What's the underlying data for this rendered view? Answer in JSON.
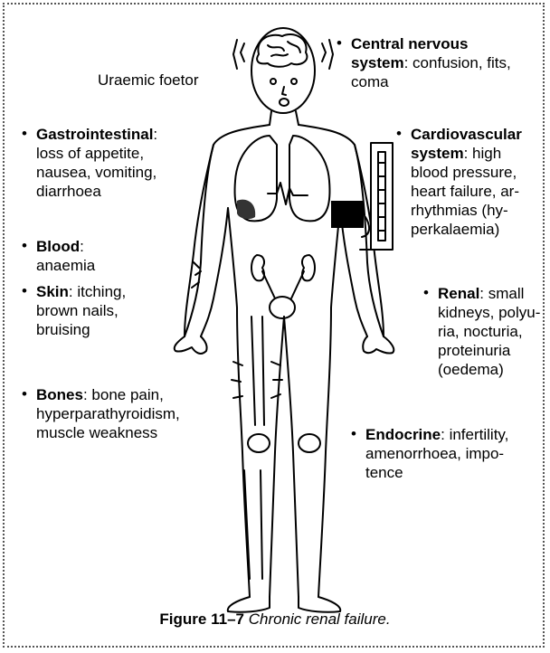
{
  "labels": {
    "uraemic": "Uraemic foetor",
    "cns": {
      "head": "Central nervous system",
      "sep": ":",
      "l1": "Central nervous",
      "l2a": "system",
      "l2b": ": confusion, fits,",
      "l3": "coma"
    },
    "gi": {
      "head": "Gastrointestinal",
      "l1b": ":",
      "l2": "loss of appetite,",
      "l3": "nausea, vomiting,",
      "l4": "diarrhoea"
    },
    "cardio": {
      "l1": "Cardiovascular",
      "l2a": "system",
      "l2b": ":  high",
      "l3": "blood pressure,",
      "l4": "heart failure, ar-",
      "l5": "rhythmias (hy-",
      "l6": "perkalaemia)"
    },
    "blood": {
      "head": "Blood",
      "sep": ":",
      "l2": "anaemia"
    },
    "skin": {
      "head": "Skin",
      "l1b": ": itching,",
      "l2": "brown nails,",
      "l3": "bruising"
    },
    "renal": {
      "head": "Renal",
      "l1b": ": small",
      "l2": "kidneys, polyu-",
      "l3": "ria, nocturia,",
      "l4": "proteinuria",
      "l5": "(oedema)"
    },
    "bones": {
      "head": "Bones",
      "l1b": ": bone pain,",
      "l2": "hyperparathyroidism,",
      "l3": "muscle weakness"
    },
    "endo": {
      "head": "Endocrine",
      "l1b": ": infertility,",
      "l2": "amenorrhoea, impo-",
      "l3": "tence"
    }
  },
  "caption": {
    "number": "Figure 11–7",
    "text": "Chronic renal failure."
  }
}
